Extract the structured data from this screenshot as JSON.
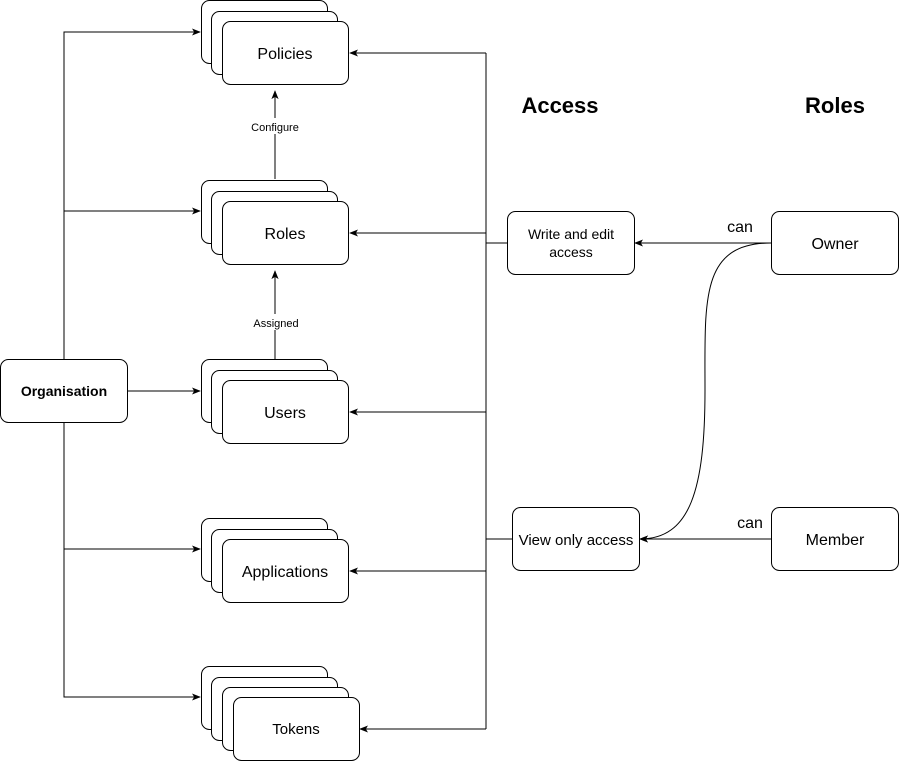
{
  "headings": {
    "access": "Access",
    "roles": "Roles"
  },
  "nodes": {
    "organisation": "Organisation",
    "policies": "Policies",
    "roles": "Roles",
    "users": "Users",
    "applications": "Applications",
    "tokens": "Tokens",
    "write_edit_line1": "Write and edit",
    "write_edit_line2": "access",
    "view_only": "View only access",
    "owner": "Owner",
    "member": "Member"
  },
  "edge_labels": {
    "configure": "Configure",
    "assigned": "Assigned",
    "owner_can": "can",
    "member_can": "can"
  }
}
